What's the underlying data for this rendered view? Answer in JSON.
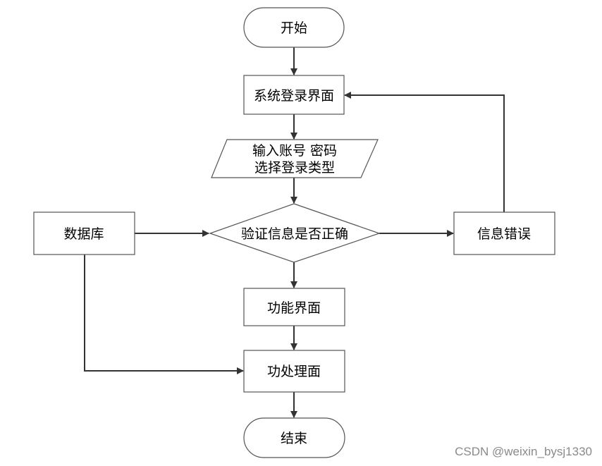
{
  "nodes": {
    "start": "开始",
    "login": "系统登录界面",
    "input_line1": "输入账号 密码",
    "input_line2": "选择登录类型",
    "verify": "验证信息是否正确",
    "database": "数据库",
    "error": "信息错误",
    "function_ui": "功能界面",
    "process_ui": "功处理面",
    "end": "结束"
  },
  "watermark": "CSDN @weixin_bysj1330",
  "colors": {
    "stroke": "#555555",
    "arrow": "#333333",
    "text": "#000000",
    "watermark": "#8a8a8a"
  }
}
